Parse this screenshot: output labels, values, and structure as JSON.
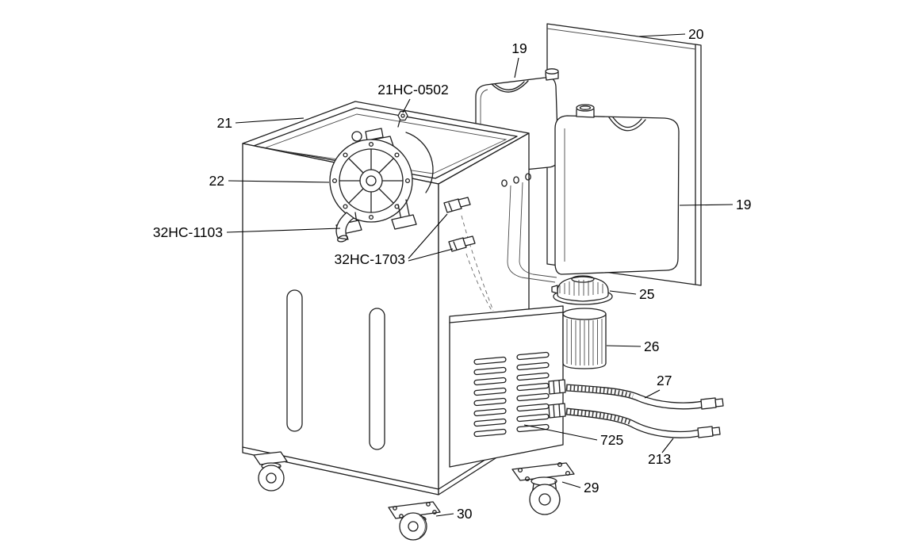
{
  "figure": {
    "type": "exploded-parts-diagram",
    "background": "#ffffff",
    "line_color": "#1e1e1e",
    "callouts": {
      "c21": {
        "text": "21"
      },
      "c22": {
        "text": "22"
      },
      "c21hc0502": {
        "text": "21HC-0502"
      },
      "c32hc1103": {
        "text": "32HC-1103"
      },
      "c32hc1703": {
        "text": "32HC-1703"
      },
      "c19_top": {
        "text": "19"
      },
      "c19_right": {
        "text": "19"
      },
      "c20": {
        "text": "20"
      },
      "c25": {
        "text": "25"
      },
      "c26": {
        "text": "26"
      },
      "c27": {
        "text": "27"
      },
      "c725": {
        "text": "725"
      },
      "c213": {
        "text": "213"
      },
      "c29": {
        "text": "29"
      },
      "c30": {
        "text": "30"
      }
    }
  }
}
